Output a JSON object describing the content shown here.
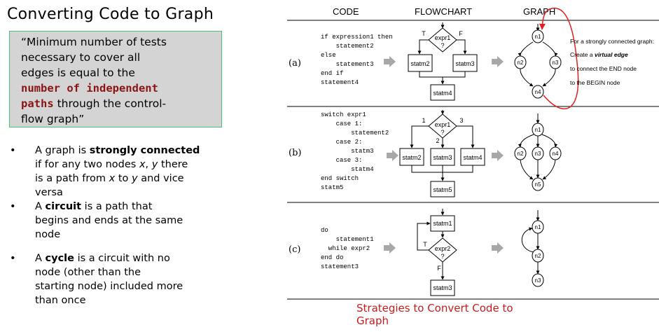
{
  "slide": {
    "title": "Converting Code to Graph",
    "quote": {
      "part1": "“Minimum number of tests",
      "part2": " necessary to cover all",
      "part3": "edges is equal to the",
      "highlight1": "number of independent",
      "highlight2": "paths",
      "part4": " through the control-",
      "part5": "flow graph”"
    },
    "bullets": [
      {
        "pre": "A graph is ",
        "bold": "strongly connected",
        "post1": "if for any two nodes ",
        "x": "x",
        "comma": ", ",
        "y": "y",
        "post2": " there",
        "post3": "is a path from ",
        "x2": "x",
        "to": " to ",
        "y2": "y",
        "post4": " and vice",
        "post5": "versa"
      },
      {
        "pre": "A ",
        "bold": "circuit",
        "post1": " is a path that",
        "post2": "begins and ends at the same",
        "post3": "node"
      },
      {
        "pre": "A ",
        "bold": "cycle",
        "post1": " is a circuit with no",
        "post2": "node (other than the",
        "post3": "starting node) included more",
        "post4": "than once"
      }
    ],
    "bullet_marker": "•",
    "caption_line1": "Strategies to Convert Code to",
    "caption_line2": "Graph"
  },
  "figure": {
    "headers": {
      "code": "CODE",
      "flowchart": "FLOWCHART",
      "graph": "GRAPH"
    },
    "row_labels": [
      "(a)",
      "(b)",
      "(c)"
    ],
    "code_a": [
      "if expression1 then",
      "    statement2",
      "else",
      "    statement3",
      "end if",
      "statement4"
    ],
    "code_b": [
      "switch expr1",
      "    case 1:",
      "        statement2",
      "    case 2:",
      "        statm3",
      "    case 3:",
      "        statm4",
      "end switch",
      "statm5"
    ],
    "code_c": [
      "do",
      "    statement1",
      "  while expr2",
      "end do",
      "statement3"
    ],
    "flow_a": {
      "cond1": "expr1",
      "cond2": "?",
      "true": "T",
      "false": "F",
      "b1": "statm2",
      "b2": "statm3",
      "b3": "statm4"
    },
    "flow_b": {
      "cond1": "expr1",
      "cond2": "?",
      "l1": "1",
      "l2": "2",
      "l3": "3",
      "b1": "statm2",
      "b2": "statm3",
      "b3": "statm4",
      "b4": "statm5"
    },
    "flow_c": {
      "b1": "statm1",
      "cond1": "expr2",
      "cond2": "?",
      "true": "T",
      "false": "F",
      "b2": "statm3"
    },
    "graph_a": [
      "n1",
      "n2",
      "n3",
      "n4"
    ],
    "graph_b": [
      "n1",
      "n2",
      "n3",
      "n4",
      "n5"
    ],
    "graph_c": [
      "n1",
      "n2",
      "n3"
    ],
    "note": {
      "line1": "For a strongly connected graph:",
      "line2a": "Create a ",
      "line2b": "virtual edge",
      "line3": "to connect the END node",
      "line4": "to the BEGIN node"
    },
    "colors": {
      "virtual_edge": "#e02020",
      "arrow_gray": "#a8a8a8"
    }
  }
}
